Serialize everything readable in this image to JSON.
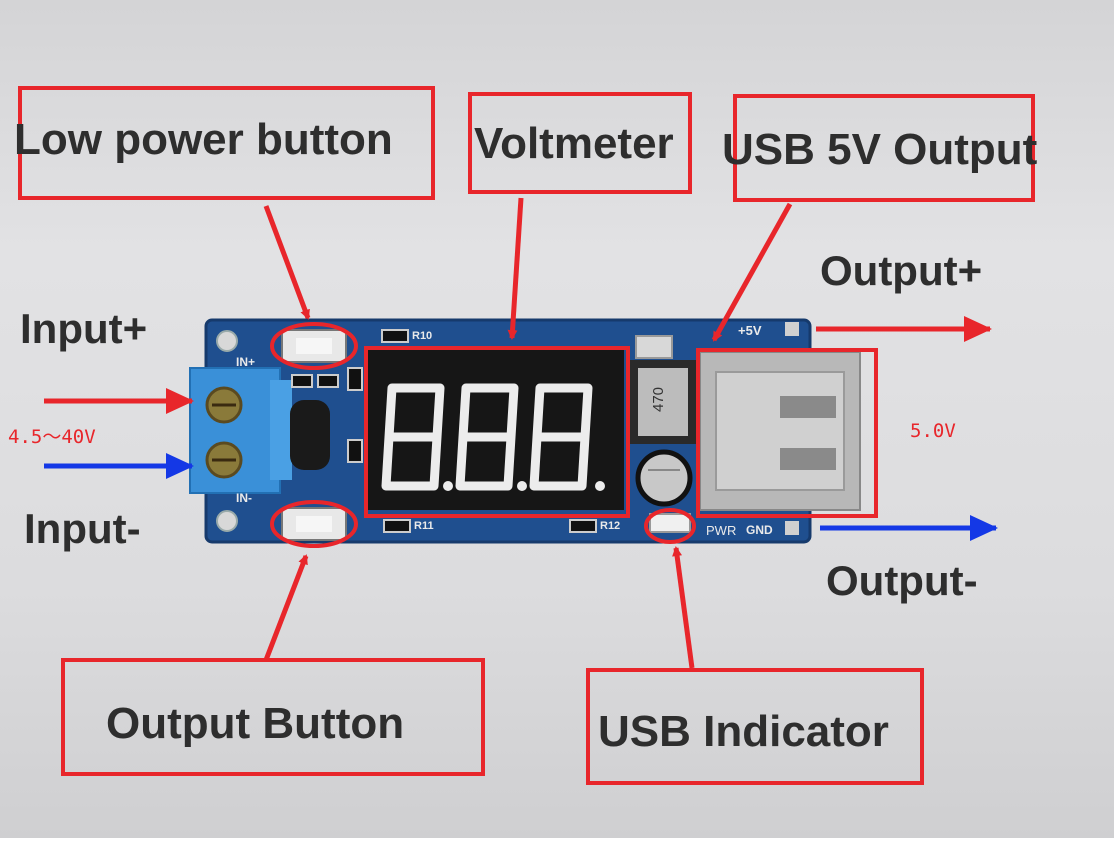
{
  "callouts": {
    "low_power_button": "Low power button",
    "voltmeter": "Voltmeter",
    "usb_output": "USB 5V Output",
    "output_button": "Output Button",
    "usb_indicator": "USB Indicator"
  },
  "terminals": {
    "input_plus": "Input+",
    "input_minus": "Input-",
    "output_plus": "Output+",
    "output_minus": "Output-",
    "input_range": "4.5～40V",
    "output_voltage": "5.0V"
  },
  "board": {
    "silk_in_plus": "IN+",
    "silk_in_minus": "IN-",
    "silk_r10": "R10",
    "silk_r11": "R11",
    "silk_r12": "R12",
    "silk_plus5v": "+5V",
    "silk_pwr": "PWR",
    "silk_gnd": "GND",
    "inductor_code": "470"
  },
  "colors": {
    "callout_red": "#e8262b",
    "arrow_blue": "#1438e6",
    "pcb_blue": "#1f4f8f",
    "display_red": "#ff3030"
  }
}
